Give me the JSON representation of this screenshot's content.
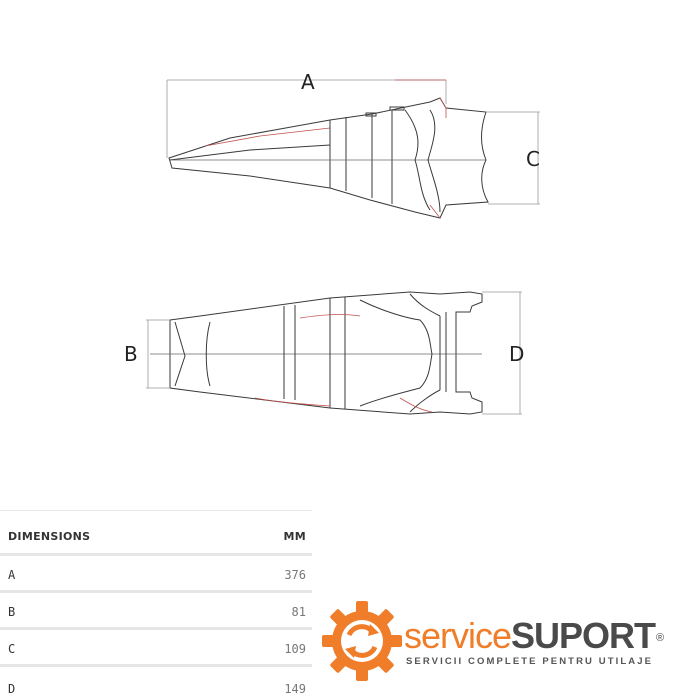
{
  "diagram": {
    "labels": {
      "a": "A",
      "b": "B",
      "c": "C",
      "d": "D"
    },
    "line_color": "#3a3a3a",
    "accent_color": "#c0504d"
  },
  "table": {
    "header": {
      "label": "DIMENSIONS",
      "unit": "MM"
    },
    "rows": [
      {
        "name": "A",
        "value": "376"
      },
      {
        "name": "B",
        "value": "81"
      },
      {
        "name": "C",
        "value": "109"
      },
      {
        "name": "D",
        "value": "149"
      }
    ]
  },
  "logo": {
    "brand_part1": "service",
    "brand_part2": "SUPORT",
    "registered": "®",
    "tagline": "SERVICII COMPLETE PENTRU UTILAJE",
    "gear_color": "#ef7d2a",
    "text_color": "#4a4a4a",
    "icon": "gear-refresh-icon"
  }
}
